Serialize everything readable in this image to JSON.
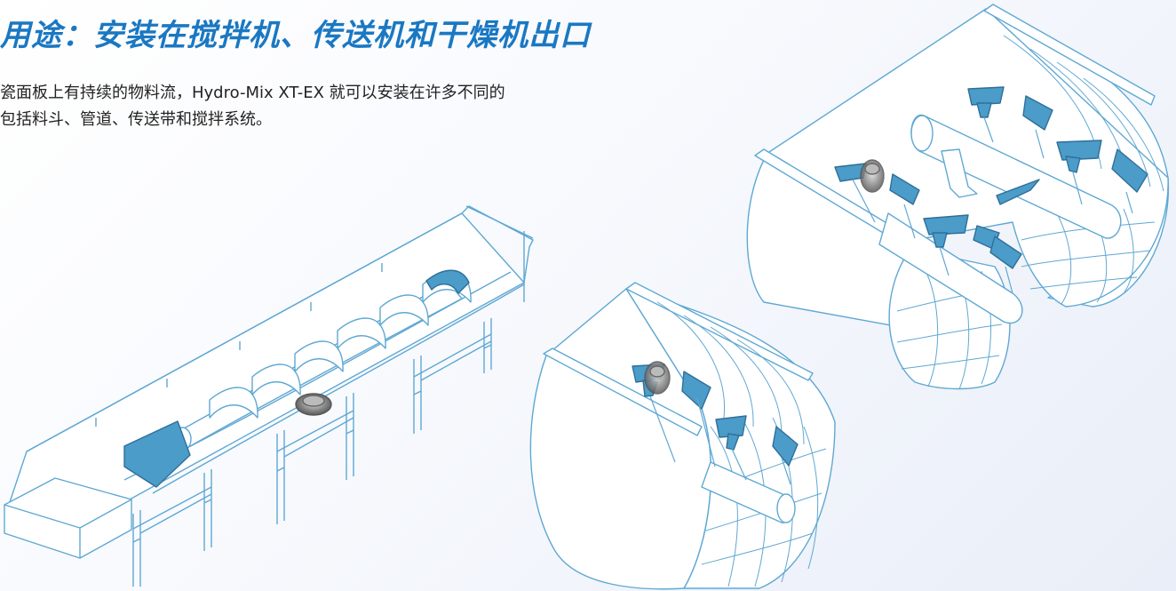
{
  "page": {
    "heading": "用途：安装在搅拌机、传送机和干燥机出口",
    "body_line1": "瓷面板上有持续的物料流，Hydro-Mix XT-EX 就可以安装在许多不同的",
    "body_line2": "包括料斗、管道、传送带和搅拌系统。"
  },
  "colors": {
    "heading": "#1a78c2",
    "line": "#5fa8d3",
    "fill": "#ffffff",
    "blade": "#4b9cc8",
    "blade_dark": "#2f6f99",
    "sensor": "#7a7a7a"
  },
  "illustrations": [
    "screw-conveyor-illustration",
    "small-mixer-illustration",
    "twin-shaft-mixer-illustration"
  ]
}
